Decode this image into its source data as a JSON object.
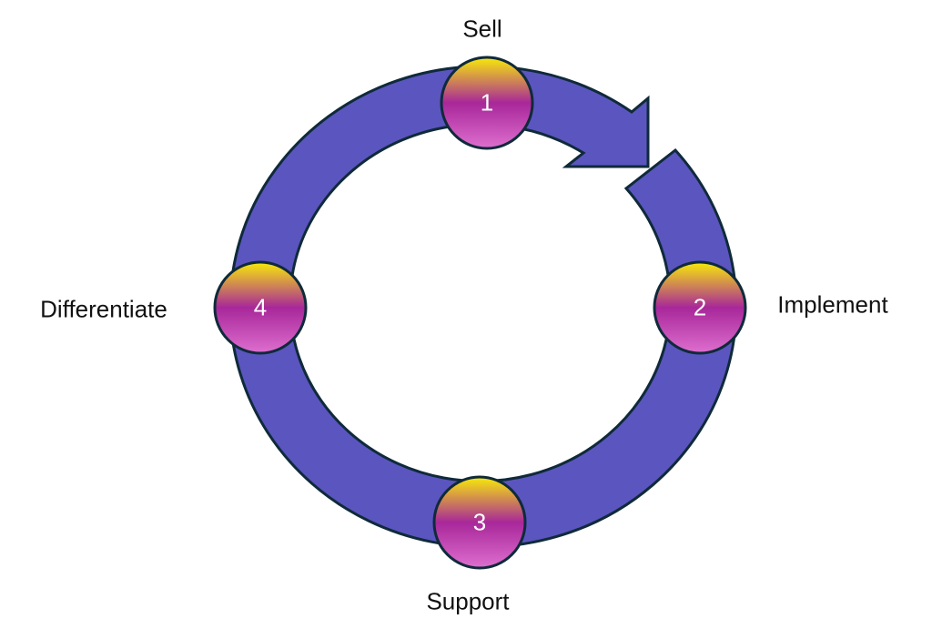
{
  "colors": {
    "ring": "#5b55bf",
    "outline": "#0f2a3a",
    "badge_top": "#f7ea0a",
    "badge_mid": "#a8279a",
    "badge_bottom": "#de6fcf"
  },
  "steps": [
    {
      "number": "1",
      "label": "Sell"
    },
    {
      "number": "2",
      "label": "Implement"
    },
    {
      "number": "3",
      "label": "Support"
    },
    {
      "number": "4",
      "label": "Differentiate"
    }
  ]
}
